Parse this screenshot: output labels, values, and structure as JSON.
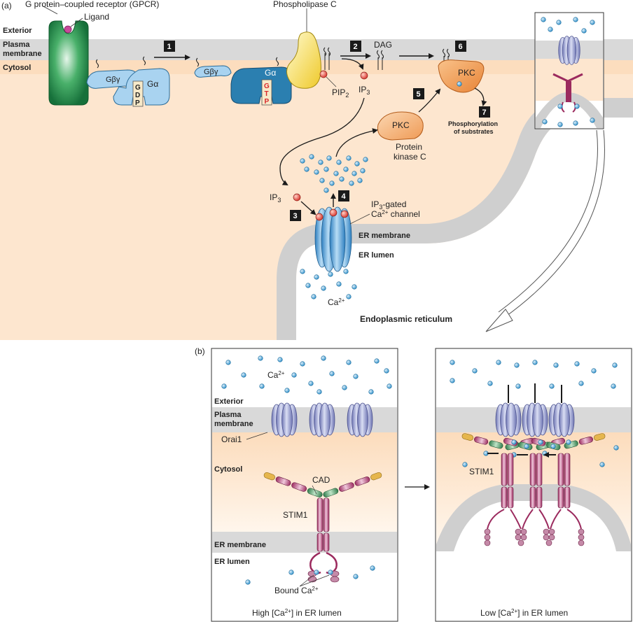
{
  "panel_a": {
    "label": "(a)",
    "regions": {
      "exterior": "Exterior",
      "plasma": "Plasma",
      "membrane": "membrane",
      "cytosol": "Cytosol"
    },
    "gpcr_label": "G protein–coupled receptor (GPCR)",
    "ligand_label": "Ligand",
    "phospholipase_label": "Phospholipase C",
    "g_beta_gamma": "Gβγ",
    "g_alpha": "Gα",
    "gdp_letters": [
      "G",
      "D",
      "P"
    ],
    "gtp_letters": [
      "G",
      "T",
      "P"
    ],
    "pip2": "PIP",
    "pip2_sub": "2",
    "ip3": "IP",
    "ip3_sub": "3",
    "dag": "DAG",
    "pkc": "PKC",
    "protein_kinase_line1": "Protein",
    "protein_kinase_line2": "kinase C",
    "phosphorylation_line1": "Phosphorylation",
    "phosphorylation_line2": "of substrates",
    "channel_line1_pre": "IP",
    "channel_line1_sub": "3",
    "channel_line1_post": "-gated",
    "channel_line2_pre": "Ca",
    "channel_line2_sup": "2+",
    "channel_line2_post": " channel",
    "er_membrane": "ER membrane",
    "er_lumen": "ER lumen",
    "ca_label": "Ca",
    "ca_sup": "2+",
    "endoplasmic_reticulum": "Endoplasmic reticulum",
    "steps": [
      "1",
      "2",
      "3",
      "4",
      "5",
      "6",
      "7"
    ]
  },
  "panel_b": {
    "label": "(b)",
    "ca_label": "Ca",
    "ca_sup": "2+",
    "exterior": "Exterior",
    "plasma": "Plasma",
    "membrane": "membrane",
    "orai1": "Orai1",
    "cytosol": "Cytosol",
    "cad": "CAD",
    "stim1": "STIM1",
    "er_membrane": "ER membrane",
    "er_lumen": "ER lumen",
    "bound_ca": "Bound Ca",
    "bound_ca_sup": "2+",
    "high_caption_pre": "High [Ca",
    "high_caption_sup": "2+",
    "high_caption_post": "] in ER lumen",
    "low_caption_pre": "Low [Ca",
    "low_caption_sup": "2+",
    "low_caption_post": "] in ER lumen",
    "stim1_right": "STIM1"
  },
  "colors": {
    "cytosol": "#fde6cf",
    "membrane": "#d9d9d9",
    "gpcr": "#1e8a4c",
    "g_protein": "#a9d3f0",
    "g_protein_active": "#2b7fb0",
    "plc": "#f4e04a",
    "pkc": "#f4a764",
    "ca_ion": "#3aa0d8",
    "ip3": "#e8483a",
    "channel": "#5aa6dd",
    "orai": "#8f96cc",
    "stim": "#9b2a5e",
    "step_box": "#1a1a1a"
  }
}
